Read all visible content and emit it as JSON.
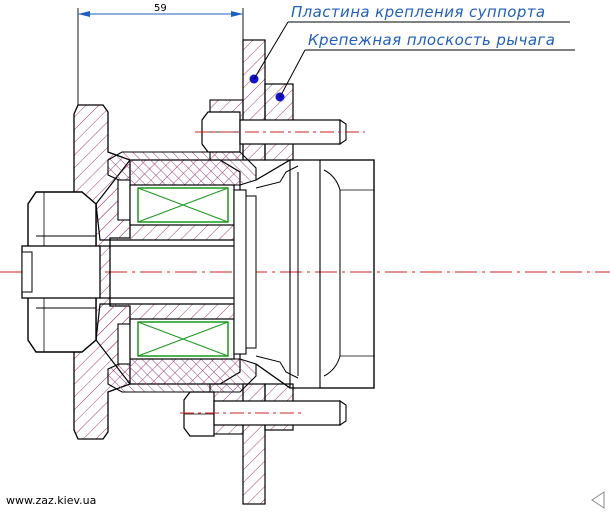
{
  "labels": {
    "caliper_plate": "Пластина крепления суппорта",
    "lever_plane": "Крепежная плоскость рычага"
  },
  "dimension": {
    "value": "59"
  },
  "watermark": "www.zaz.kiev.ua",
  "colors": {
    "outline": "#000000",
    "hatch": "#9c3f78",
    "label": "#1f5fbf",
    "bearing": "#1a9a1a",
    "axis": "#d02020",
    "leader": "#000000",
    "marker": "#1010d0",
    "dimension": "#1f5fbf"
  }
}
